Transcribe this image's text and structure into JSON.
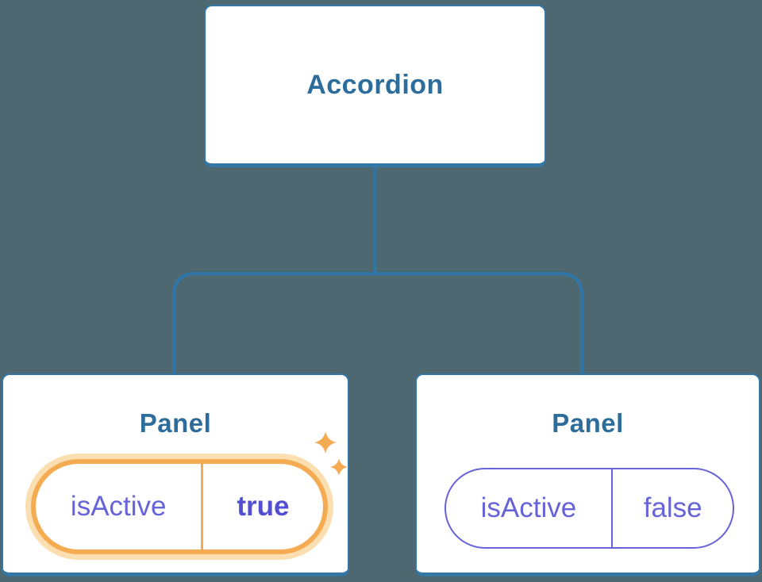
{
  "diagram": {
    "type": "component-tree",
    "root": {
      "label": "Accordion"
    },
    "panels": [
      {
        "title": "Panel",
        "state_name": "isActive",
        "state_value": "true",
        "highlighted": true
      },
      {
        "title": "Panel",
        "state_name": "isActive",
        "state_value": "false",
        "highlighted": false
      }
    ]
  },
  "icons": {
    "sparkle-icon": "four-point-star"
  },
  "colors": {
    "background": "#4d6871",
    "card_background": "#ffffff",
    "card_border_blue": "#3477a7",
    "heading_blue": "#2d6d9c",
    "connector_blue": "#2f76a8",
    "state_purple": "#6763d8",
    "state_value_bold_purple": "#524fd0",
    "highlight_gold": "#f4ab51",
    "highlight_gold_halo": "#fbdfb0"
  }
}
